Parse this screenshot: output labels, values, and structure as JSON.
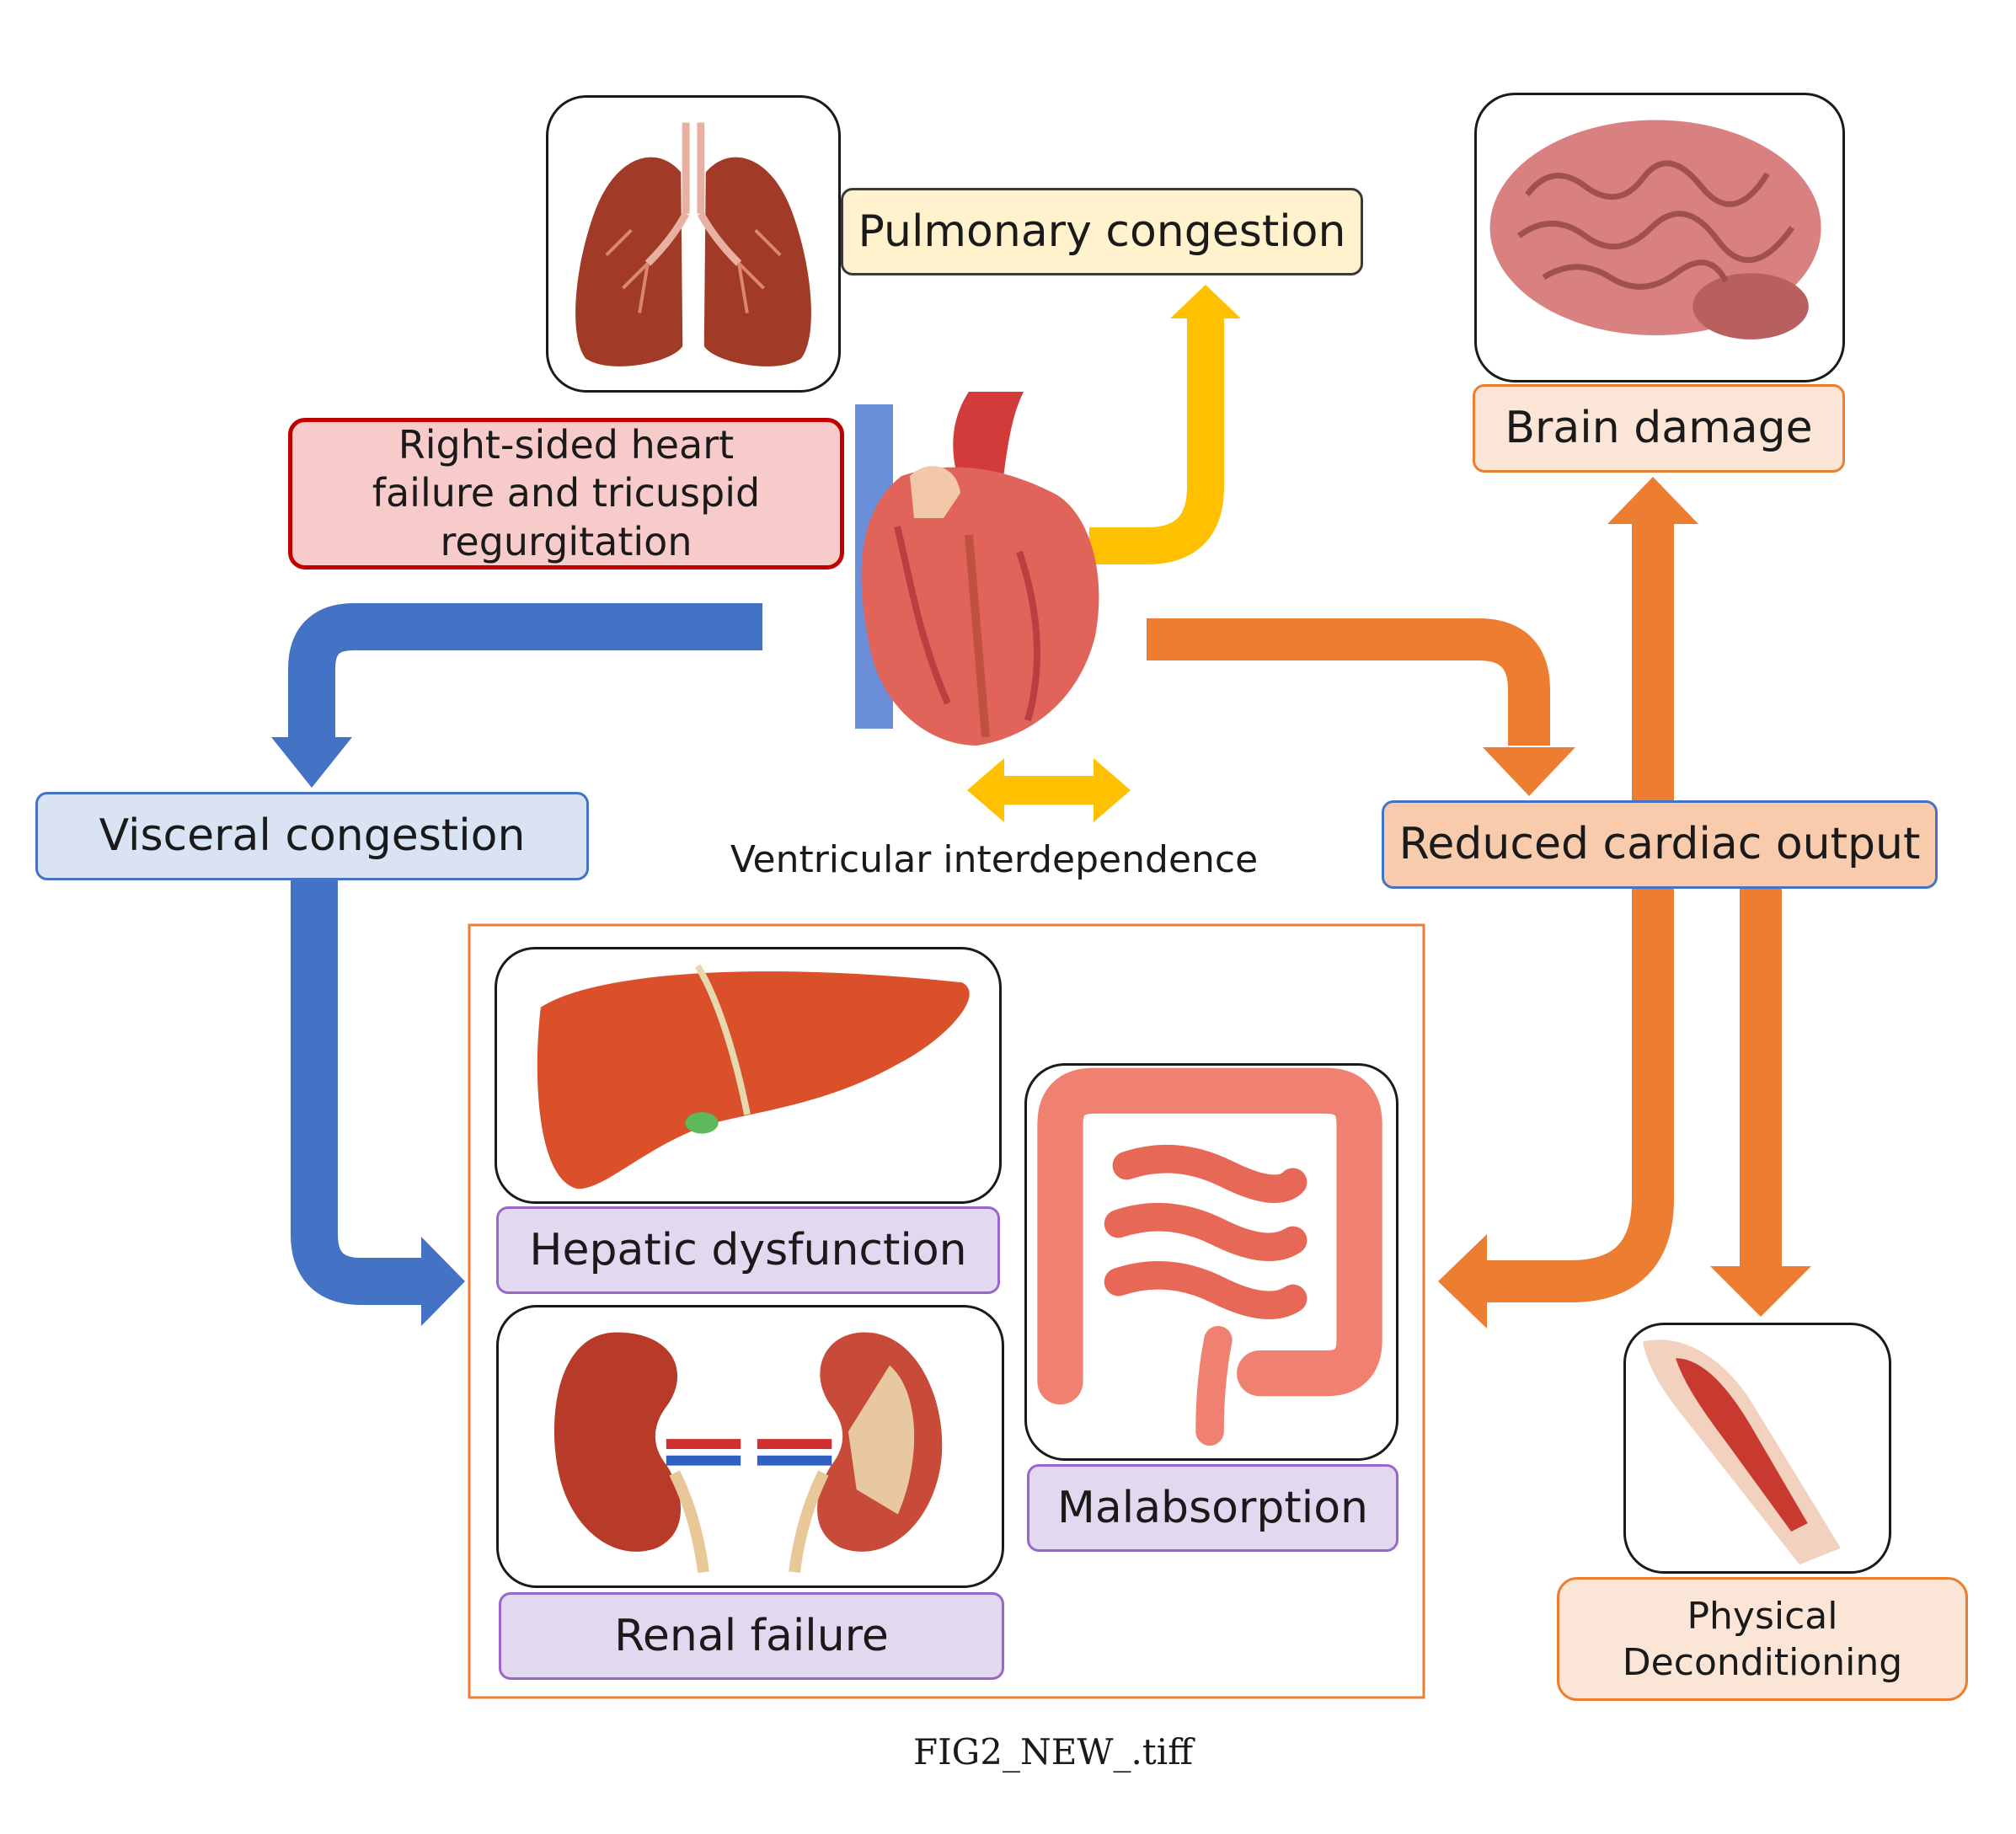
{
  "labels": {
    "pulmonary": "Pulmonary congestion",
    "rhf": "Right-sided heart failure and tricuspid regurgitation",
    "brain": "Brain damage",
    "visceral": "Visceral congestion",
    "ventricular": "Ventricular interdependence",
    "cardiac_output": "Reduced cardiac output",
    "hepatic": "Hepatic dysfunction",
    "renal": "Renal failure",
    "malabsorption": "Malabsorption",
    "physical": "Physical Deconditioning"
  },
  "caption": "FIG2_NEW_.tiff",
  "colors": {
    "blue_arrow": "#4472C4",
    "orange_arrow": "#ED7D31",
    "yellow_arrow": "#FFC000",
    "pulmonary_box": "#FFF2CC",
    "rhf_box": "#F8CBCB",
    "rhf_border": "#C00000",
    "visceral_box": "#DAE3F3",
    "cardiac_box": "#F8CBAD",
    "light_orange_box": "#FBE5D6",
    "organ_label_box": "#E2D9F0"
  },
  "icons": [
    "lungs-icon",
    "heart-icon",
    "brain-icon",
    "liver-icon",
    "kidney-icon",
    "intestine-icon",
    "arm-muscle-icon"
  ]
}
